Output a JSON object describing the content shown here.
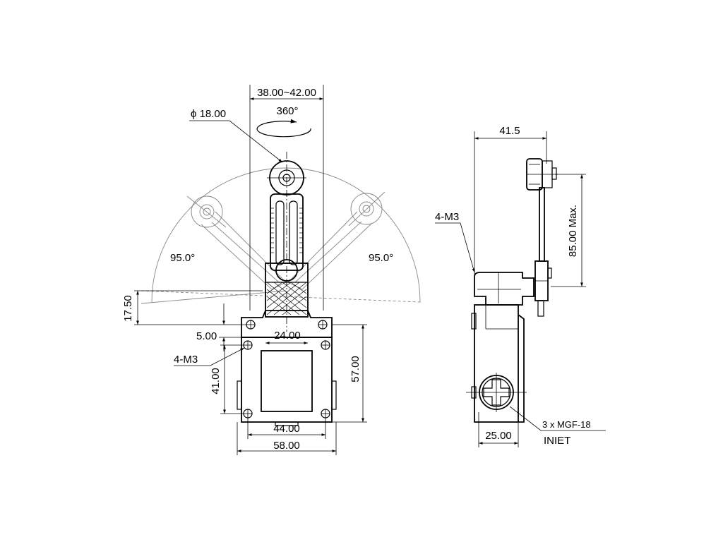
{
  "front_view": {
    "dim_lever_width": "38.00~42.00",
    "dim_roller_diameter": "ϕ 18.00",
    "dim_rotation": "360°",
    "dim_angle_left": "95.0°",
    "dim_angle_right": "95.0°",
    "dim_height_offset": "17.50",
    "dim_hole_offset": "5.00",
    "dim_actuator_width": "24.00",
    "label_mount_holes": "4-M3",
    "dim_body_height": "57.00",
    "dim_hole_spacing_v": "41.00",
    "dim_hole_spacing_h": "44.00",
    "dim_body_width": "58.00"
  },
  "side_view": {
    "dim_roller_offset": "41.5",
    "label_mount_holes": "4-M3",
    "dim_lever_length": "85.00 Max.",
    "dim_depth": "25.00",
    "label_cable_gland": "3 x MGF-18",
    "label_inlet": "INIET"
  }
}
